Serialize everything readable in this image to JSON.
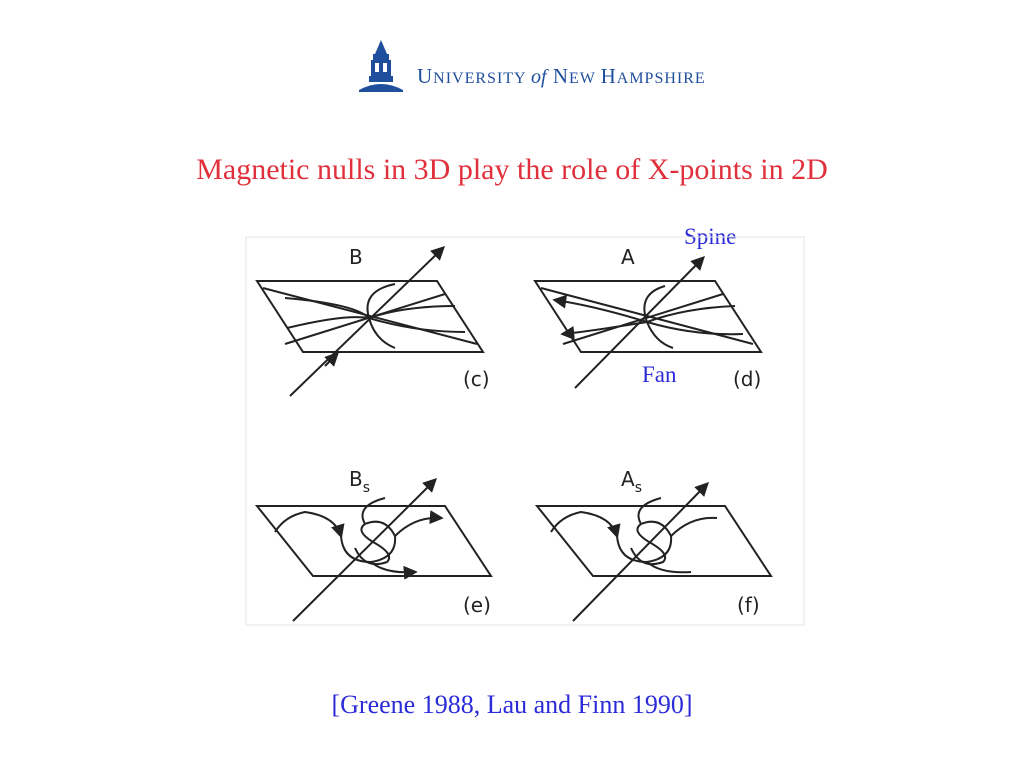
{
  "logo": {
    "text_parts": [
      "U",
      "NIVERSITY ",
      "of",
      " N",
      "EW ",
      "H",
      "AMPSHIRE"
    ],
    "colors": {
      "primary": "#1f4e9c"
    },
    "icon": "thompson-hall-tower-icon"
  },
  "slide": {
    "title": "Magnetic nulls in 3D play the role of X-points in 2D",
    "title_color": "#e0303c",
    "annotations": {
      "spine": "Spine",
      "fan": "Fan"
    },
    "annotation_color": "#2b2bd8",
    "citation": "[Greene 1988, Lau and Finn 1990]"
  },
  "figure": {
    "panels": [
      {
        "label": "B",
        "subscript": "",
        "tag": "(c)"
      },
      {
        "label": "A",
        "subscript": "",
        "tag": "(d)"
      },
      {
        "label": "B",
        "subscript": "s",
        "tag": "(e)"
      },
      {
        "label": "A",
        "subscript": "s",
        "tag": "(f)"
      }
    ]
  }
}
